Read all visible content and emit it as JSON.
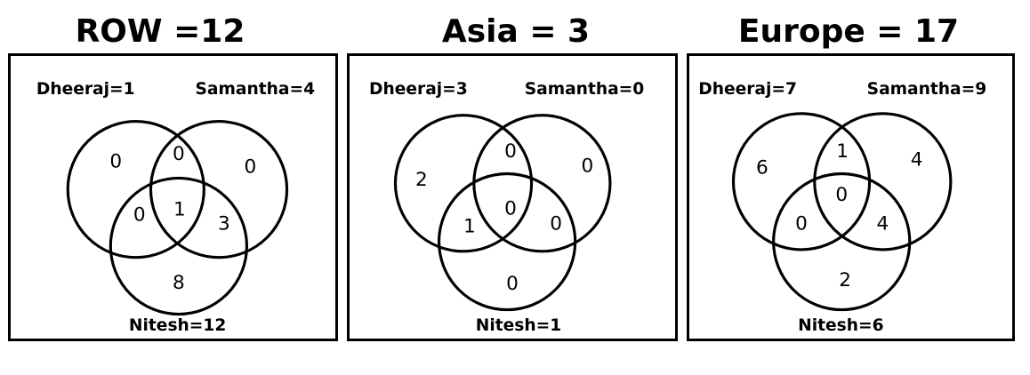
{
  "diagrams": [
    {
      "title": "ROW =12",
      "labels": {
        "a": "Dheeraj=1",
        "b": "Samantha=4",
        "c": "Nitesh=12"
      },
      "regions": {
        "a_only": "0",
        "ab": "0",
        "b_only": "0",
        "ac": "0",
        "abc": "1",
        "bc": "3",
        "c_only": "8"
      }
    },
    {
      "title": "Asia = 3",
      "labels": {
        "a": "Dheeraj=3",
        "b": "Samantha=0",
        "c": "Nitesh=1"
      },
      "regions": {
        "a_only": "2",
        "ab": "0",
        "b_only": "0",
        "ac": "1",
        "abc": "0",
        "bc": "0",
        "c_only": "0"
      }
    },
    {
      "title": "Europe = 17",
      "labels": {
        "a": "Dheeraj=7",
        "b": "Samantha=9",
        "c": "Nitesh=6"
      },
      "regions": {
        "a_only": "6",
        "ab": "1",
        "b_only": "4",
        "ac": "0",
        "abc": "0",
        "bc": "4",
        "c_only": "2"
      }
    }
  ]
}
